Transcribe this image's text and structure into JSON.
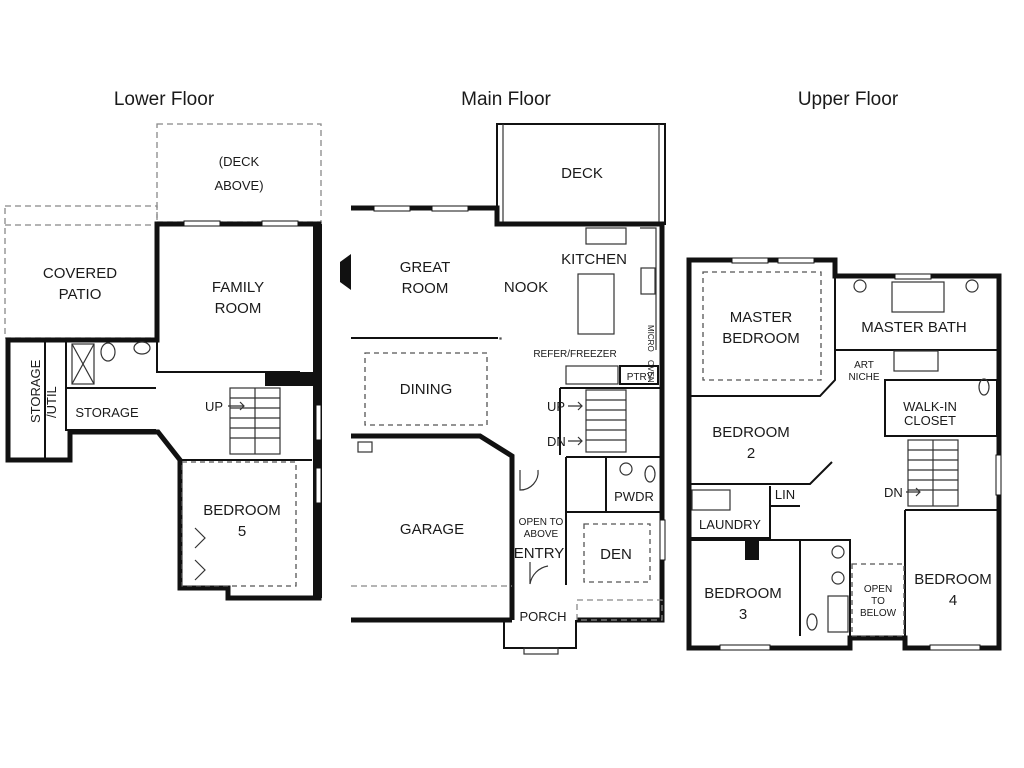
{
  "floors": {
    "lower": {
      "title": "Lower Floor",
      "rooms": {
        "deck_above_1": "(DECK",
        "deck_above_2": "ABOVE)",
        "covered_patio_1": "COVERED",
        "covered_patio_2": "PATIO",
        "family_room_1": "FAMILY",
        "family_room_2": "ROOM",
        "storage_util_1": "STORAGE",
        "storage_util_2": "/UTIL",
        "storage": "STORAGE",
        "up": "UP",
        "bedroom5_1": "BEDROOM",
        "bedroom5_2": "5"
      }
    },
    "main": {
      "title": "Main Floor",
      "rooms": {
        "deck": "DECK",
        "great_room_1": "GREAT",
        "great_room_2": "ROOM",
        "nook": "NOOK",
        "kitchen": "KITCHEN",
        "micro": "MICRO",
        "oven": "OVEN",
        "refer_freezer": "REFER/FREEZER",
        "ptry": "PTRY",
        "dining": "DINING",
        "up": "UP",
        "dn": "DN",
        "garage": "GARAGE",
        "pwdr": "PWDR",
        "open_above_1": "OPEN TO",
        "open_above_2": "ABOVE",
        "entry": "ENTRY",
        "den": "DEN",
        "porch": "PORCH"
      }
    },
    "upper": {
      "title": "Upper Floor",
      "rooms": {
        "master_bedroom_1": "MASTER",
        "master_bedroom_2": "BEDROOM",
        "master_bath": "MASTER BATH",
        "art_niche_1": "ART",
        "art_niche_2": "NICHE",
        "walkin_1": "WALK-IN",
        "walkin_2": "CLOSET",
        "bedroom2_1": "BEDROOM",
        "bedroom2_2": "2",
        "lin": "LIN",
        "laundry": "LAUNDRY",
        "dn": "DN",
        "bedroom3_1": "BEDROOM",
        "bedroom3_2": "3",
        "open_below_1": "OPEN",
        "open_below_2": "TO",
        "open_below_3": "BELOW",
        "bedroom4_1": "BEDROOM",
        "bedroom4_2": "4"
      }
    }
  }
}
